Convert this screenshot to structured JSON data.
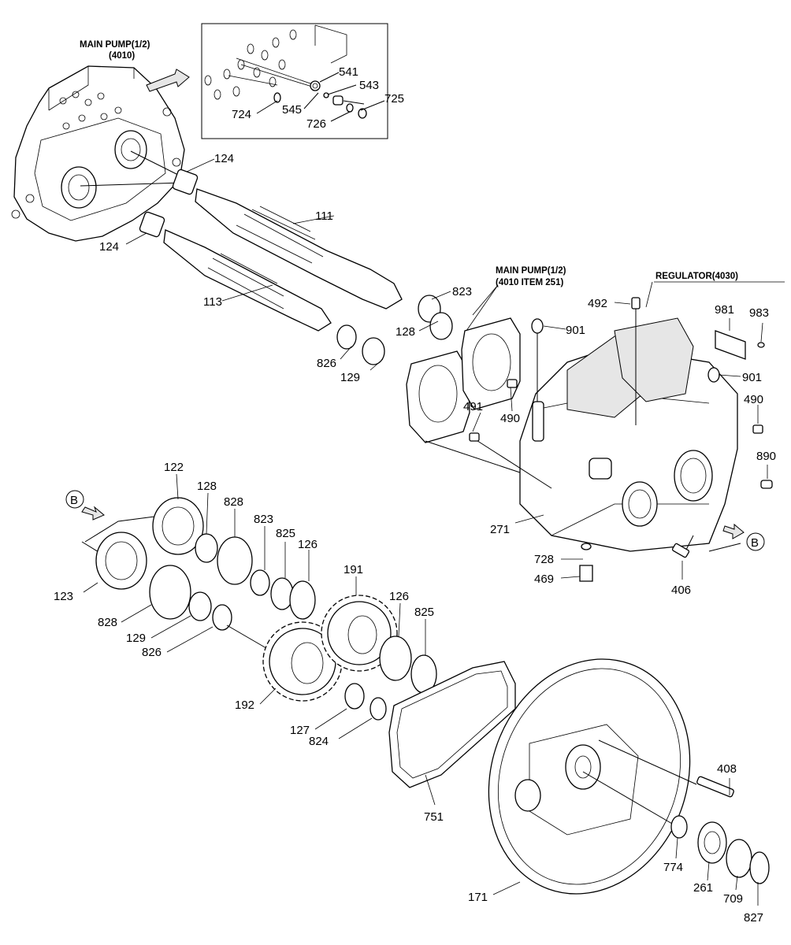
{
  "titles": {
    "main_pump_top_line1": "MAIN PUMP(1/2)",
    "main_pump_top_line2": "(4010)",
    "main_pump_mid_line1": "MAIN PUMP(1/2)",
    "main_pump_mid_line2": "(4010 ITEM 251)",
    "regulator": "REGULATOR(4030)",
    "view_ref_left": "B",
    "view_ref_right": "B"
  },
  "part_numbers": {
    "p541": "541",
    "p543": "543",
    "p725": "725",
    "p724": "724",
    "p545": "545",
    "p726": "726",
    "p124a": "124",
    "p124b": "124",
    "p111": "111",
    "p113": "113",
    "p823a": "823",
    "p128a": "128",
    "p826a": "826",
    "p129a": "129",
    "p492": "492",
    "p901a": "901",
    "p981": "981",
    "p983": "983",
    "p901b": "901",
    "p491": "491",
    "p490a": "490",
    "p490b": "490",
    "p890": "890",
    "p271": "271",
    "p728": "728",
    "p469": "469",
    "p406": "406",
    "p122": "122",
    "p128b": "128",
    "p828a": "828",
    "p823b": "823",
    "p825a": "825",
    "p126a": "126",
    "p123": "123",
    "p828b": "828",
    "p129b": "129",
    "p826b": "826",
    "p191": "191",
    "p126b": "126",
    "p825b": "825",
    "p192": "192",
    "p127": "127",
    "p824": "824",
    "p751": "751",
    "p408": "408",
    "p774": "774",
    "p261": "261",
    "p709": "709",
    "p827": "827",
    "p171": "171"
  }
}
